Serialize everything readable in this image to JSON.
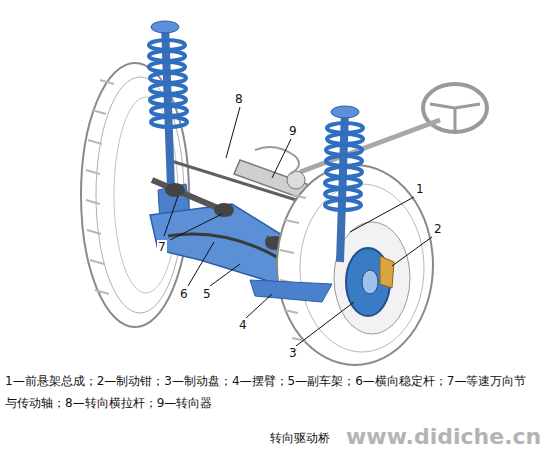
{
  "diagram": {
    "caption": "转向驱动桥",
    "labels": [
      "8",
      "9",
      "1",
      "2",
      "7",
      "6",
      "5",
      "4",
      "3",
      "1—前悬架总成；2—制动钳；3—制动盘；4—摆臂；5—副车架；6—横向稳定杆；7—等速万向节 与传动轴；8—转向横拉杆；9—转向器",
      "www.didiche.cn"
    ]
  }
}
